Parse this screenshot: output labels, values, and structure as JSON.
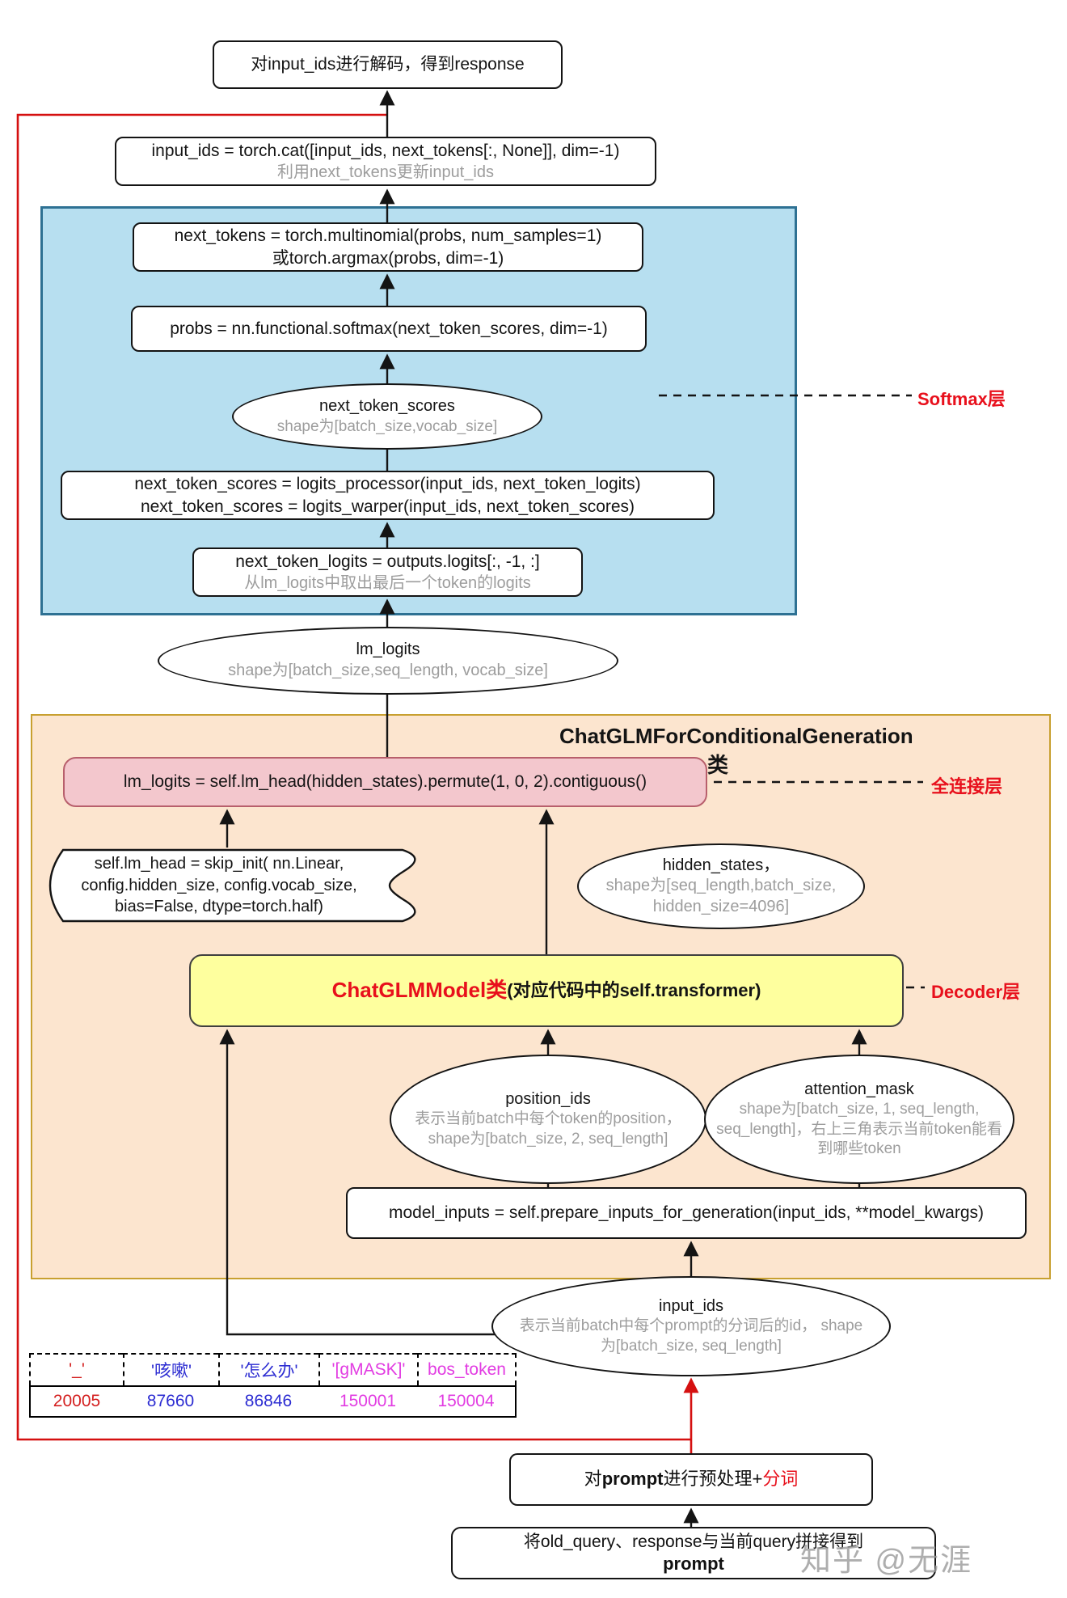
{
  "top_box": {
    "text": "对input_ids进行解码，得到response"
  },
  "update_box": {
    "code": "input_ids = torch.cat([input_ids, next_tokens[:, None]], dim=-1)",
    "note": "利用next_tokens更新input_ids"
  },
  "softmax_section": {
    "label": "Softmax层",
    "sample_box": {
      "line1": "next_tokens = torch.multinomial(probs, num_samples=1)",
      "line2": "或torch.argmax(probs, dim=-1)"
    },
    "probs_box": {
      "code": "probs = nn.functional.softmax(next_token_scores, dim=-1)"
    },
    "scores_ellipse": {
      "title": "next_token_scores",
      "note": "shape为[batch_size,vocab_size]"
    },
    "scores_box": {
      "line1": "next_token_scores = logits_processor(input_ids, next_token_logits)",
      "line2": "next_token_scores = logits_warper(input_ids, next_token_scores)"
    },
    "logits_box": {
      "code": "next_token_logits = outputs.logits[:, -1, :]",
      "note": "从lm_logits中取出最后一个token的logits"
    }
  },
  "lm_logits_ellipse": {
    "title": "lm_logits",
    "note": "shape为[batch_size,seq_length, vocab_size]"
  },
  "generation_section": {
    "title": "ChatGLMForConditionalGeneration类",
    "fc_label": "全连接层",
    "lm_head_box": {
      "code": "lm_logits = self.lm_head(hidden_states).permute(1, 0, 2).contiguous()"
    },
    "skip_init_note": {
      "line1": "self.lm_head = skip_init( nn.Linear,",
      "line2": "config.hidden_size, config.vocab_size,",
      "line3": "bias=False, dtype=torch.half)"
    },
    "hidden_states_ellipse": {
      "title": "hidden_states，",
      "note": "shape为[seq_length,batch_size, hidden_size=4096]"
    },
    "decoder_label": "Decoder层",
    "model_box": {
      "title_red": "ChatGLMModel类",
      "title_black": "(对应代码中的self.transformer)"
    },
    "position_ids_ellipse": {
      "title": "position_ids",
      "note": "表示当前batch中每个token的position，shape为[batch_size, 2, seq_length]"
    },
    "attention_mask_ellipse": {
      "title": "attention_mask",
      "note": "shape为[batch_size, 1, seq_length, seq_length]，右上三角表示当前token能看到哪些token"
    },
    "prepare_box": {
      "code": "model_inputs = self.prepare_inputs_for_generation(input_ids, **model_kwargs)"
    }
  },
  "input_ids_ellipse": {
    "title": "input_ids",
    "note": "表示当前batch中每个prompt的分词后的id， shape为[batch_size, seq_length]"
  },
  "token_table": {
    "headers": [
      {
        "text": "'_'",
        "color": "#d42020"
      },
      {
        "text": "'咳嗽'",
        "color": "#2d2dd2"
      },
      {
        "text": "'怎么办'",
        "color": "#2d2dd2"
      },
      {
        "text": "'[gMASK]'",
        "color": "#e23ce2"
      },
      {
        "text": "bos_token",
        "color": "#e23ce2"
      }
    ],
    "values": [
      {
        "text": "20005",
        "color": "#d42020"
      },
      {
        "text": "87660",
        "color": "#2d2dd2"
      },
      {
        "text": "86846",
        "color": "#2d2dd2"
      },
      {
        "text": "150001",
        "color": "#e23ce2"
      },
      {
        "text": "150004",
        "color": "#e23ce2"
      }
    ]
  },
  "preprocess_box": {
    "part1": "对",
    "part2": "prompt",
    "part3": "进行预处理+",
    "part4": "分词"
  },
  "concat_box": {
    "line1": "将old_query、response与当前query拼接得到",
    "line2": "prompt"
  },
  "watermark": "知乎 @无涯",
  "colors": {
    "softmax_region_fill": "#b7dff0",
    "softmax_region_border": "#2e7193",
    "generation_region_fill": "#fce5cf",
    "generation_region_border": "#c8a030",
    "lm_head_box_fill": "#f3c7cd",
    "lm_head_box_border": "#b85f6c",
    "model_box_fill": "#feff9e",
    "accent_red": "#e8101c",
    "loop_line_red": "#d51010",
    "note_gray": "#9d9d9d"
  }
}
